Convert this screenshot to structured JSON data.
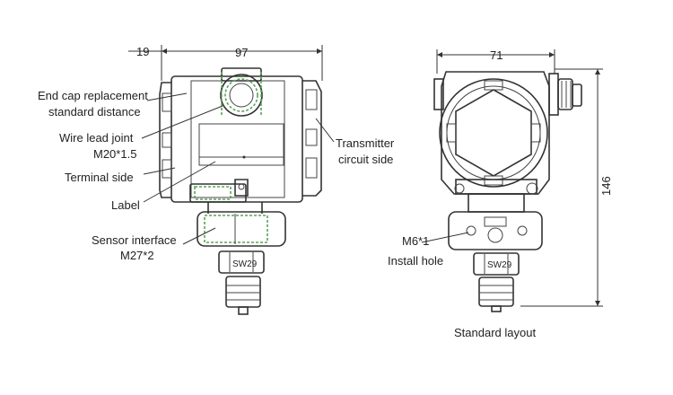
{
  "left_view": {
    "dim_offset": "19",
    "dim_width": "97",
    "labels": {
      "end_cap_line1": "End cap replacement",
      "end_cap_line2": "standard distance",
      "wire_lead_line1": "Wire lead  joint",
      "wire_lead_line2": "M20*1.5",
      "terminal_side": "Terminal side",
      "label": "Label",
      "sensor_line1": "Sensor interface",
      "sensor_line2": "M27*2",
      "transmitter_line1": "Transmitter",
      "transmitter_line2": "circuit side",
      "hex_marking": "SW29"
    }
  },
  "right_view": {
    "dim_width": "71",
    "dim_height": "146",
    "labels": {
      "m6_line1": "M6*1",
      "m6_line2": "Install hole",
      "hex_marking": "SW29"
    }
  },
  "caption": "Standard layout"
}
